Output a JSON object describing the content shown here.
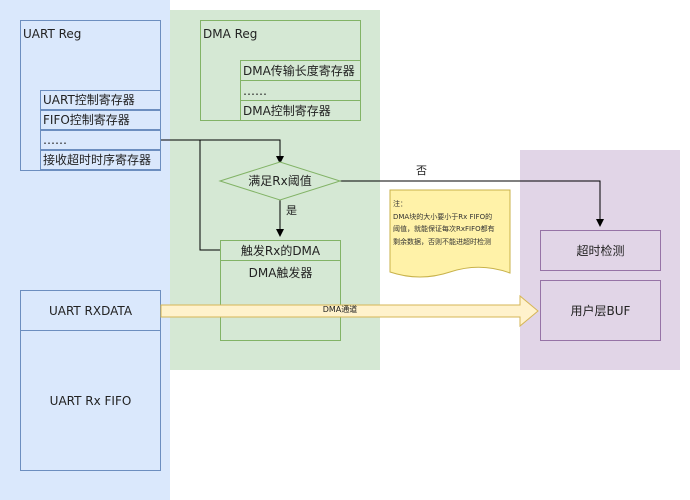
{
  "uart_reg": {
    "title": "UART Reg",
    "rows": [
      "UART控制寄存器",
      "FIFO控制寄存器",
      "……",
      "接收超时时序寄存器"
    ]
  },
  "dma_reg": {
    "title": "DMA Reg",
    "rows": [
      "DMA传输长度寄存器",
      "……",
      "DMA控制寄存器"
    ]
  },
  "decision": {
    "label": "满足Rx阈值",
    "yes": "是",
    "no": "否"
  },
  "dma_trigger": {
    "title": "触发Rx的DMA",
    "body": "DMA触发器"
  },
  "uart_rxdata": "UART RXDATA",
  "uart_rx_fifo": "UART Rx FIFO",
  "dma_channel": "DMA通道",
  "timeout": "超时检测",
  "user_buf": "用户层BUF",
  "note": {
    "lines": [
      "注：",
      "DMA块的大小要小于Rx FIFO的",
      "阈值，就能保证每次RxFIFO都有",
      "剩余数据，否则不能进超时检测"
    ]
  },
  "colors": {
    "uart_region": "#dae8fc",
    "dma_region": "#d5e8d4",
    "user_region": "#e1d5e7",
    "note_fill": "#fff2a8",
    "arrow_fill": "#fff2cc"
  }
}
